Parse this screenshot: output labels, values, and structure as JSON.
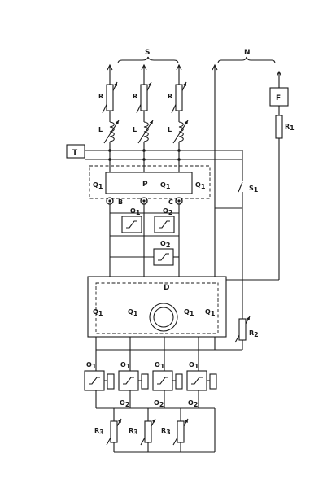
{
  "labels": {
    "group_s": "S",
    "group_n": "N",
    "res_r": "R",
    "ind_l": "L",
    "trans_t": "T",
    "fuse_f": "F",
    "res_r1": "R",
    "res_r1_sub": "1",
    "switch_s1": "S",
    "switch_s1_sub": "1",
    "p_block": "P",
    "q1": "Q",
    "q1_sub": "1",
    "term_b": "B",
    "term_c": "C",
    "o1": "O",
    "o1_sub": "1",
    "o2": "O",
    "o2_sub": "2",
    "d_block": "D",
    "res_r2": "R",
    "res_r2_sub": "2",
    "res_r3": "R",
    "res_r3_sub": "3"
  },
  "colors": {
    "ink": "#1a1a1a",
    "paper": "#ffffff"
  }
}
